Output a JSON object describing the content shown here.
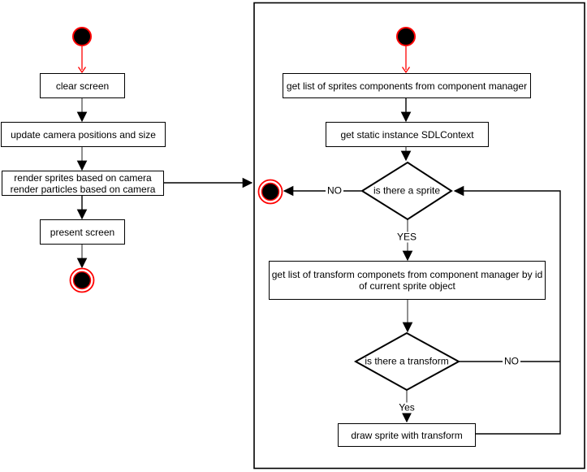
{
  "colors": {
    "start_stop_red": "#ff0000",
    "edge_gray": "#616161",
    "edge_black": "#000000",
    "shape_fill": "#ffffff"
  },
  "diagram": {
    "left_flow": {
      "clear_screen": "clear screen",
      "update_camera": "update camera positions and size",
      "render_lines": [
        "render sprites based on camera",
        "render particles based on camera"
      ],
      "present_screen": "present screen"
    },
    "right_flow": {
      "get_sprites": "get list of sprites components from component manager",
      "get_sdl_context": "get static instance SDLContext",
      "sprite_decision": "is there a sprite",
      "sprite_no_label": "NO",
      "sprite_yes_label": "YES",
      "get_transform_lines": [
        "get list of transform componets from component manager by id",
        "of current sprite object"
      ],
      "transform_decision": "is there a transform",
      "transform_no_label": "NO",
      "transform_yes_label": "Yes",
      "draw_sprite": "draw sprite with transform"
    }
  }
}
